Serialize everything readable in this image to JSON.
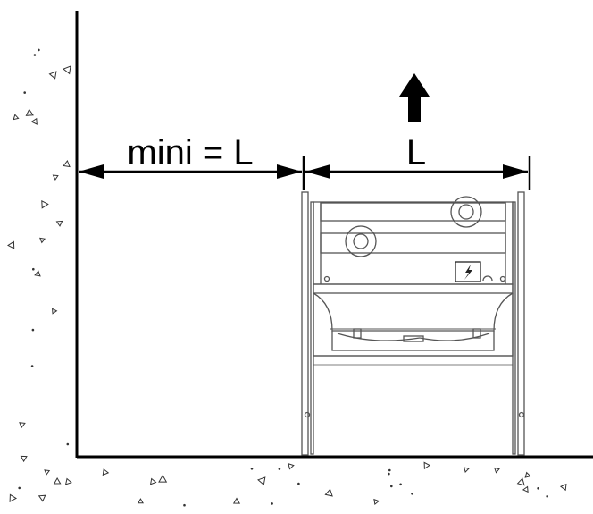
{
  "dimensions": {
    "min_clearance_label": "mini = L",
    "unit_width_label": "L"
  },
  "symbols": {
    "airflow_arrow": "up-arrow-icon",
    "electrical_plate": "lightning-bolt-icon",
    "concrete_texture": "concrete-hatch"
  },
  "colors": {
    "line": "#000000",
    "unit_outline": "#555555",
    "background": "#ffffff"
  }
}
